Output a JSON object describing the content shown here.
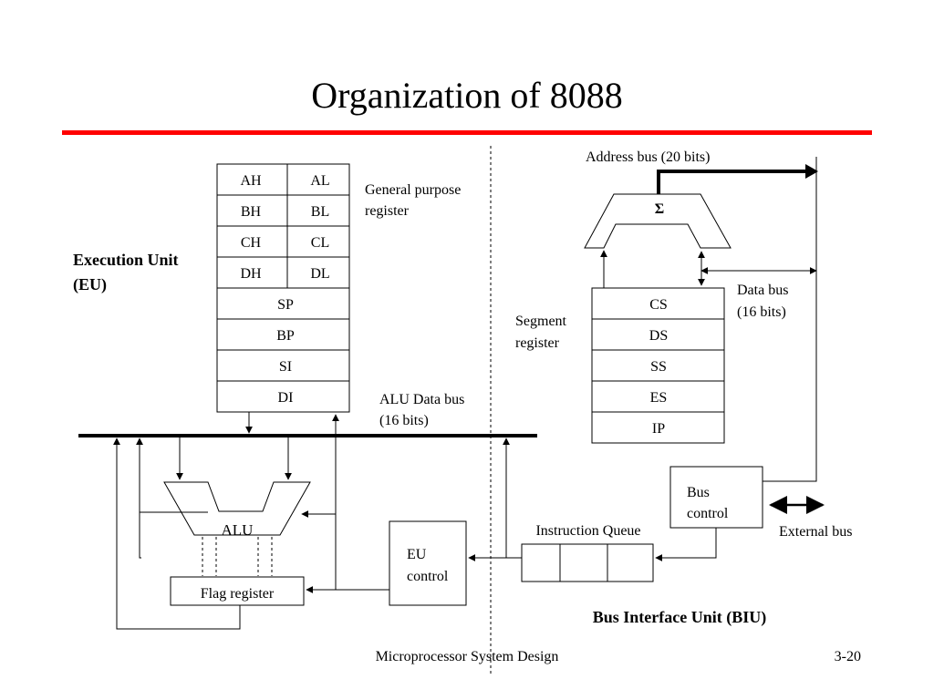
{
  "title": "Organization of 8088",
  "footer": {
    "course": "Microprocessor System Design",
    "page": "3-20"
  },
  "colors": {
    "title_rule": "#ff0000"
  },
  "labels": {
    "eu_line1": "Execution Unit",
    "eu_line2": "(EU)",
    "gp_line1": "General purpose",
    "gp_line2": "register",
    "alu_bus_line1": "ALU Data bus",
    "alu_bus_line2": "(16 bits)",
    "address_bus": "Address bus (20 bits)",
    "data_bus_line1": "Data bus",
    "data_bus_line2": "(16 bits)",
    "segment_line1": "Segment",
    "segment_line2": "register",
    "instruction_queue": "Instruction Queue",
    "external_bus": "External bus",
    "biu": "Bus Interface Unit (BIU)"
  },
  "gp_registers": [
    {
      "high": "AH",
      "low": "AL"
    },
    {
      "high": "BH",
      "low": "BL"
    },
    {
      "high": "CH",
      "low": "CL"
    },
    {
      "high": "DH",
      "low": "DL"
    }
  ],
  "pointer_registers": [
    "SP",
    "BP",
    "SI",
    "DI"
  ],
  "segment_registers": [
    "CS",
    "DS",
    "SS",
    "ES",
    "IP"
  ],
  "alu": {
    "label": "ALU"
  },
  "adder": {
    "symbol": "Σ"
  },
  "flag_register": {
    "label": "Flag register"
  },
  "eu_control": {
    "line1": "EU",
    "line2": "control"
  },
  "bus_control": {
    "line1": "Bus",
    "line2": "control"
  }
}
